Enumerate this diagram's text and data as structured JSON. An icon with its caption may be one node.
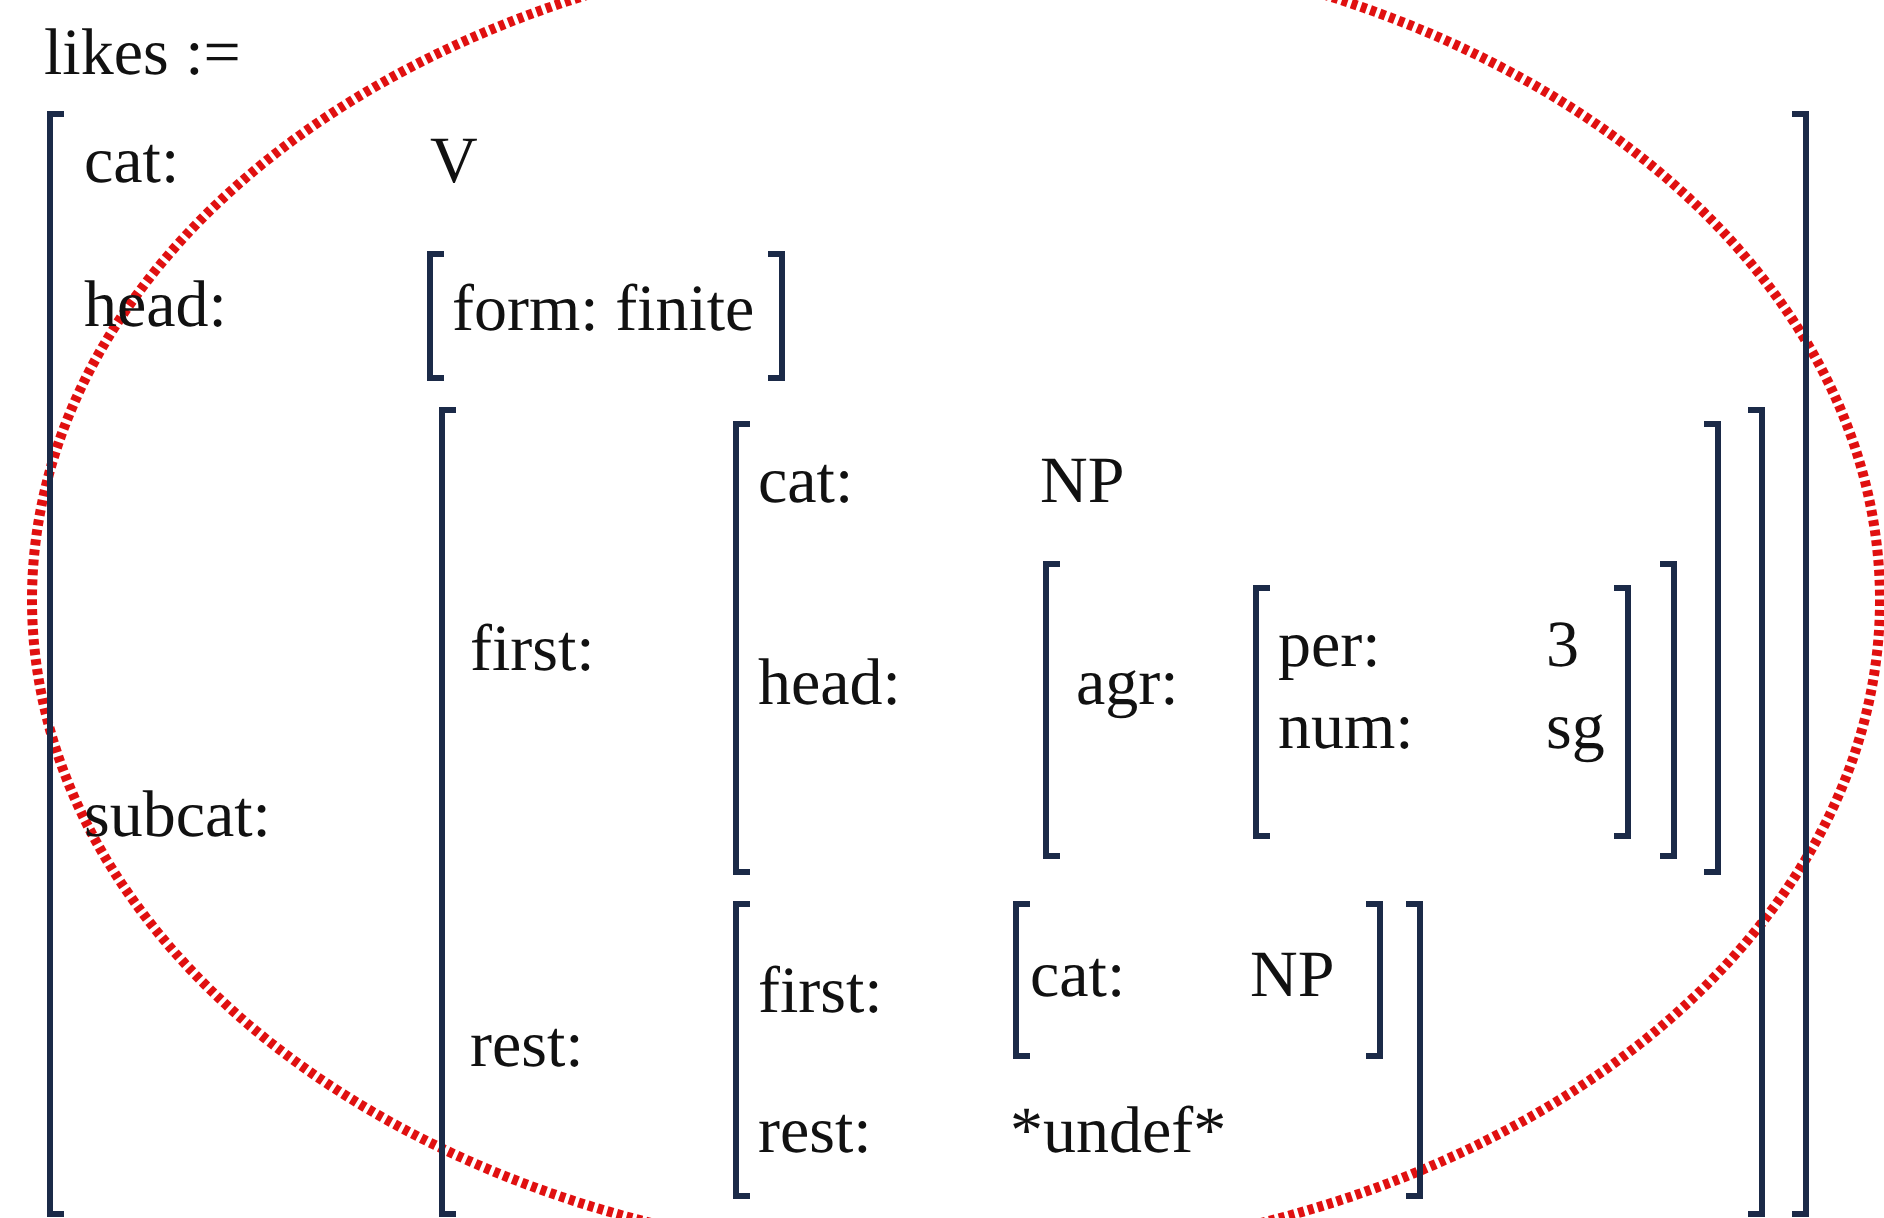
{
  "diagram": {
    "nodes": [
      {
        "text": [
          "likes :=",
          "cat:",
          "V",
          "head:",
          "subcat:"
        ]
      },
      {
        "text": [
          "form: finite"
        ],
        "in": 0
      },
      {
        "text": [
          "first:",
          "rest:"
        ],
        "in": 0
      },
      {
        "text": [
          "cat:",
          "NP",
          "head:"
        ],
        "in": 2
      },
      {
        "text": [
          "agr:"
        ],
        "in": 3
      },
      {
        "text": [
          "per:",
          "3",
          "num:",
          "sg"
        ],
        "in": 4
      },
      {
        "text": [
          "first:",
          "rest:",
          "*undef*"
        ],
        "in": 2
      },
      {
        "text": [
          "cat:",
          "NP"
        ],
        "in": 6
      }
    ]
  }
}
